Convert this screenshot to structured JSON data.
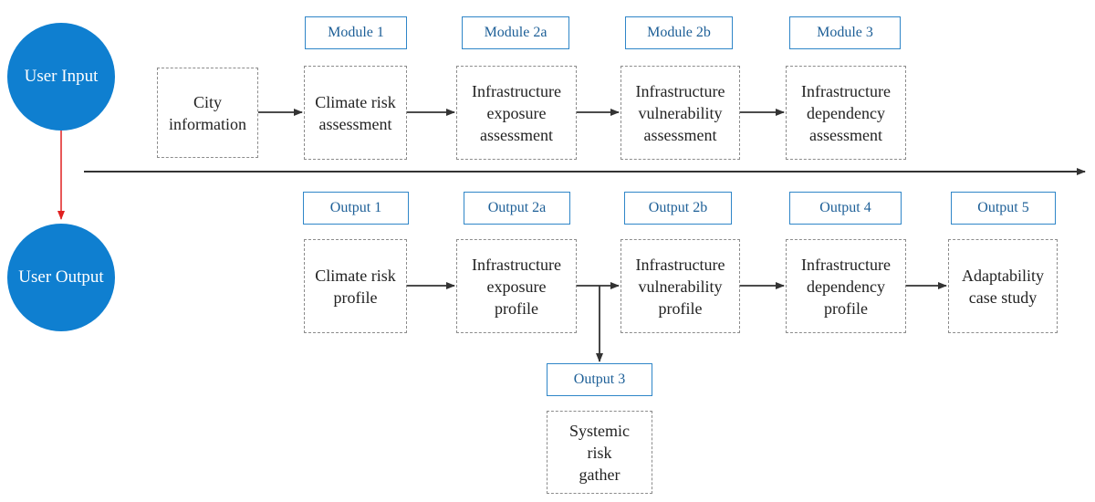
{
  "colors": {
    "circle_fill": "#0f7fd0",
    "label_text": "#1d5f97",
    "label_border": "#2f86c8",
    "arrow": "#333333",
    "user_link": "#e02020"
  },
  "user_nodes": {
    "input": "User Input",
    "output": "User Output"
  },
  "modules": {
    "m1": "Module 1",
    "m2a": "Module 2a",
    "m2b": "Module 2b",
    "m3": "Module 3"
  },
  "input_steps": {
    "city": "City\ninformation",
    "climate": "Climate risk\nassessment",
    "exposure": "Infrastructure\nexposure\nassessment",
    "vulnerability": "Infrastructure\nvulnerability\nassessment",
    "dependency": "Infrastructure\ndependency\nassessment"
  },
  "outputs": {
    "o1": "Output 1",
    "o2a": "Output 2a",
    "o2b": "Output 2b",
    "o4": "Output 4",
    "o5": "Output 5",
    "o3": "Output 3"
  },
  "output_steps": {
    "climate": "Climate risk\nprofile",
    "exposure": "Infrastructure\nexposure\nprofile",
    "vulnerability": "Infrastructure\nvulnerability\nprofile",
    "dependency": "Infrastructure\ndependency\nprofile",
    "adaptability": "Adaptability\ncase study",
    "systemic": "Systemic\nrisk\ngather"
  }
}
